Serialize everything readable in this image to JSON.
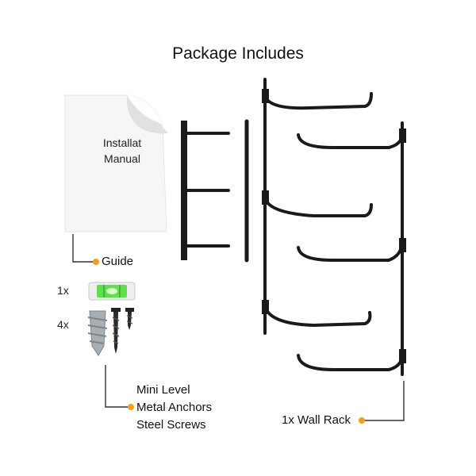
{
  "header": {
    "title": "Package Includes"
  },
  "manual": {
    "text_line1": "Installat",
    "text_line2": "Manual"
  },
  "callouts": {
    "guide": "Guide",
    "level_qty": "1x",
    "anchor_qty": "4x",
    "hardware_lines": [
      "Mini Level",
      "Metal Anchors",
      "Steel Screws"
    ],
    "rack": "1x Wall Rack"
  },
  "colors": {
    "accent_dot": "#f0a020",
    "rack_metal": "#1a1a1a",
    "level_green": "#5fe04a",
    "anchor_silver": "#a9aeb3"
  }
}
